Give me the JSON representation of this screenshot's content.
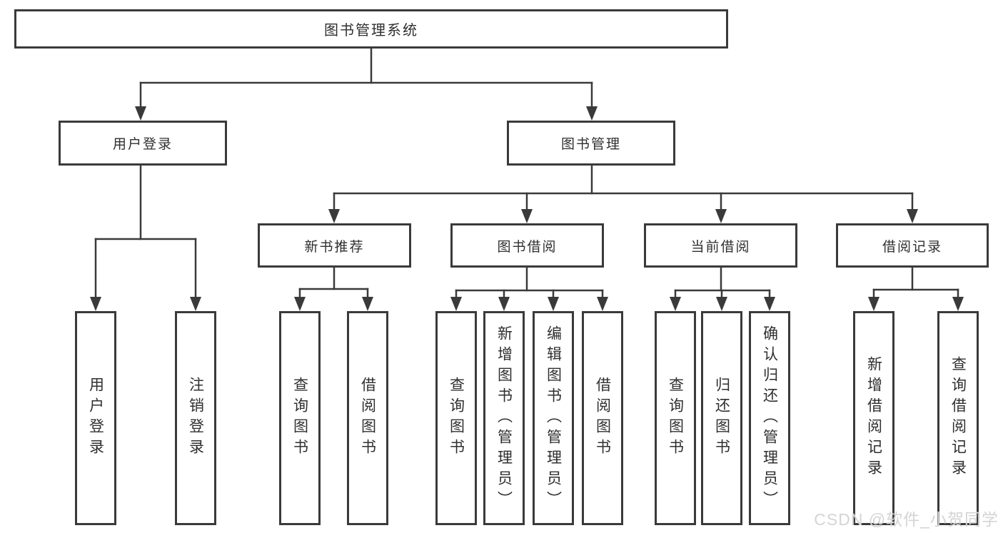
{
  "diagram": {
    "title": "图书管理系统",
    "root": {
      "label": "图书管理系统"
    },
    "level2": [
      {
        "id": "user-login",
        "label": "用户登录"
      },
      {
        "id": "book-management",
        "label": "图书管理"
      }
    ],
    "level3": [
      {
        "id": "new-book-recommend",
        "label": "新书推荐"
      },
      {
        "id": "book-borrowing",
        "label": "图书借阅"
      },
      {
        "id": "current-borrowing",
        "label": "当前借阅"
      },
      {
        "id": "borrowing-records",
        "label": "借阅记录"
      }
    ],
    "leaves": [
      {
        "parent": "用户登录",
        "label": "用户登录"
      },
      {
        "parent": "用户登录",
        "label": "注销登录"
      },
      {
        "parent": "新书推荐",
        "label": "查询图书"
      },
      {
        "parent": "新书推荐",
        "label": "借阅图书"
      },
      {
        "parent": "图书借阅",
        "label": "查询图书"
      },
      {
        "parent": "图书借阅",
        "label": "新增图书（管理员）"
      },
      {
        "parent": "图书借阅",
        "label": "编辑图书（管理员）"
      },
      {
        "parent": "图书借阅",
        "label": "借阅图书"
      },
      {
        "parent": "当前借阅",
        "label": "查询图书"
      },
      {
        "parent": "当前借阅",
        "label": "归还图书"
      },
      {
        "parent": "当前借阅",
        "label": "确认归还（管理员）"
      },
      {
        "parent": "借阅记录",
        "label": "新增借阅记录"
      },
      {
        "parent": "借阅记录",
        "label": "查询借阅记录"
      }
    ]
  },
  "watermark": {
    "text": "CSDN @软件_小贺同学"
  },
  "colors": {
    "line": "#3a3a3a",
    "box_border": "#3a3a3a",
    "box_fill": "#ffffff",
    "text": "#2f2f2f",
    "watermark": "#d4d4d4",
    "background": "#ffffff"
  }
}
